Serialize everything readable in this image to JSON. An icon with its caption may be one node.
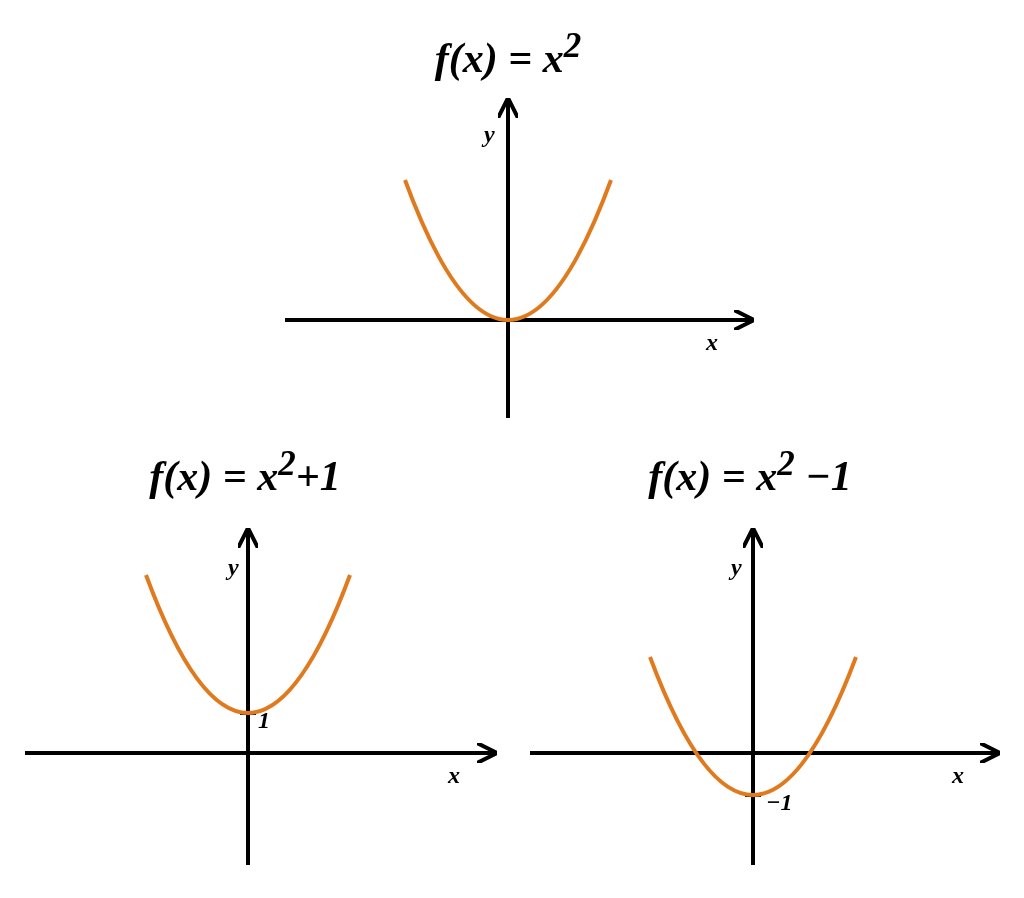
{
  "diagram": {
    "labels": [
      "f(x) = x$^{2}$",
      "y",
      "x",
      "f(x) = x$^{2}$+1",
      "f(x) = x$^{2}$ −1",
      "y",
      "1",
      "x",
      "y",
      "−1",
      "x"
    ]
  }
}
